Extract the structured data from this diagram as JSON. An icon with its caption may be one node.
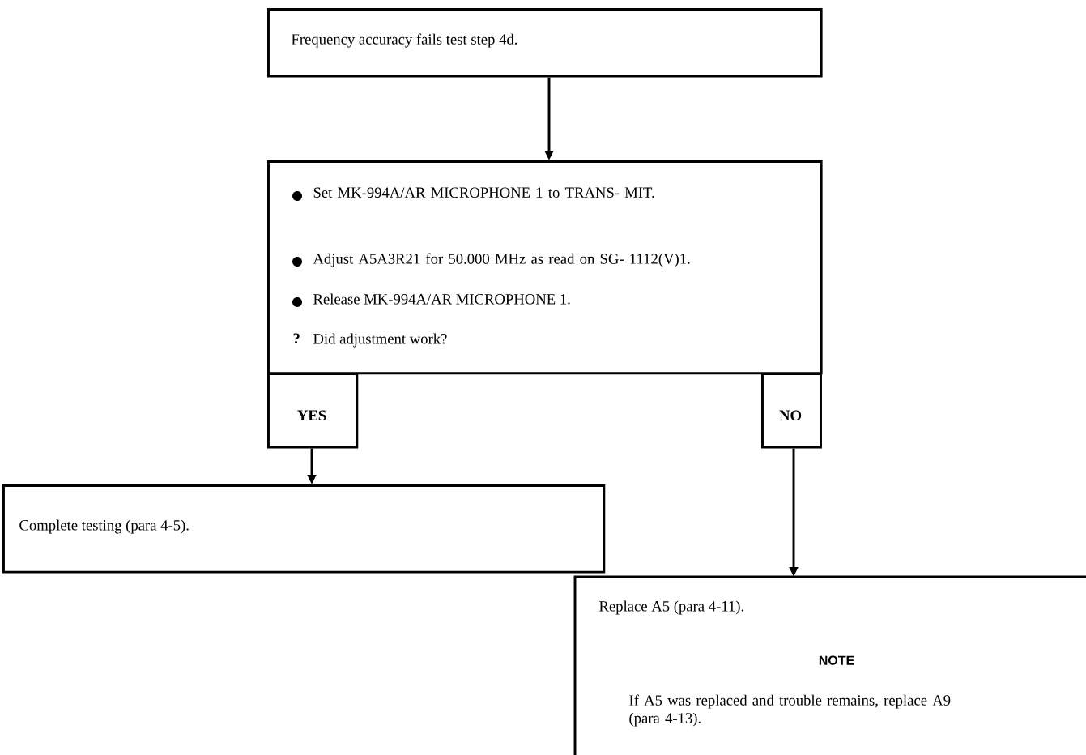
{
  "diagram": {
    "nodes": [
      {
        "text": [
          "Frequency accuracy fails test step 4d."
        ]
      },
      {
        "text": [
          "Set MK-994A/AR MICROPHONE 1 to TRANS- MIT.",
          "Adjust A5A3R21 for 50.000 MHz as read on SG- 1112(V)1.",
          "Release MK-994A/AR MICROPHONE 1.",
          "Did adjustment work?"
        ]
      },
      {
        "text": [
          "YES"
        ]
      },
      {
        "text": [
          "NO"
        ]
      },
      {
        "text": [
          "Complete testing (para 4-5)."
        ]
      },
      {
        "text": [
          "Replace A5 (para 4-11).",
          "NOTE",
          "If A5 was replaced and trouble remains, replace A9 (para 4-13)."
        ]
      }
    ],
    "edges": [
      {
        "from": 0,
        "to": 1,
        "arrow": "to"
      },
      {
        "from": 2,
        "to": 4,
        "arrow": "to"
      },
      {
        "from": 3,
        "to": 5,
        "arrow": "to"
      }
    ],
    "labels": [
      "?"
    ]
  }
}
